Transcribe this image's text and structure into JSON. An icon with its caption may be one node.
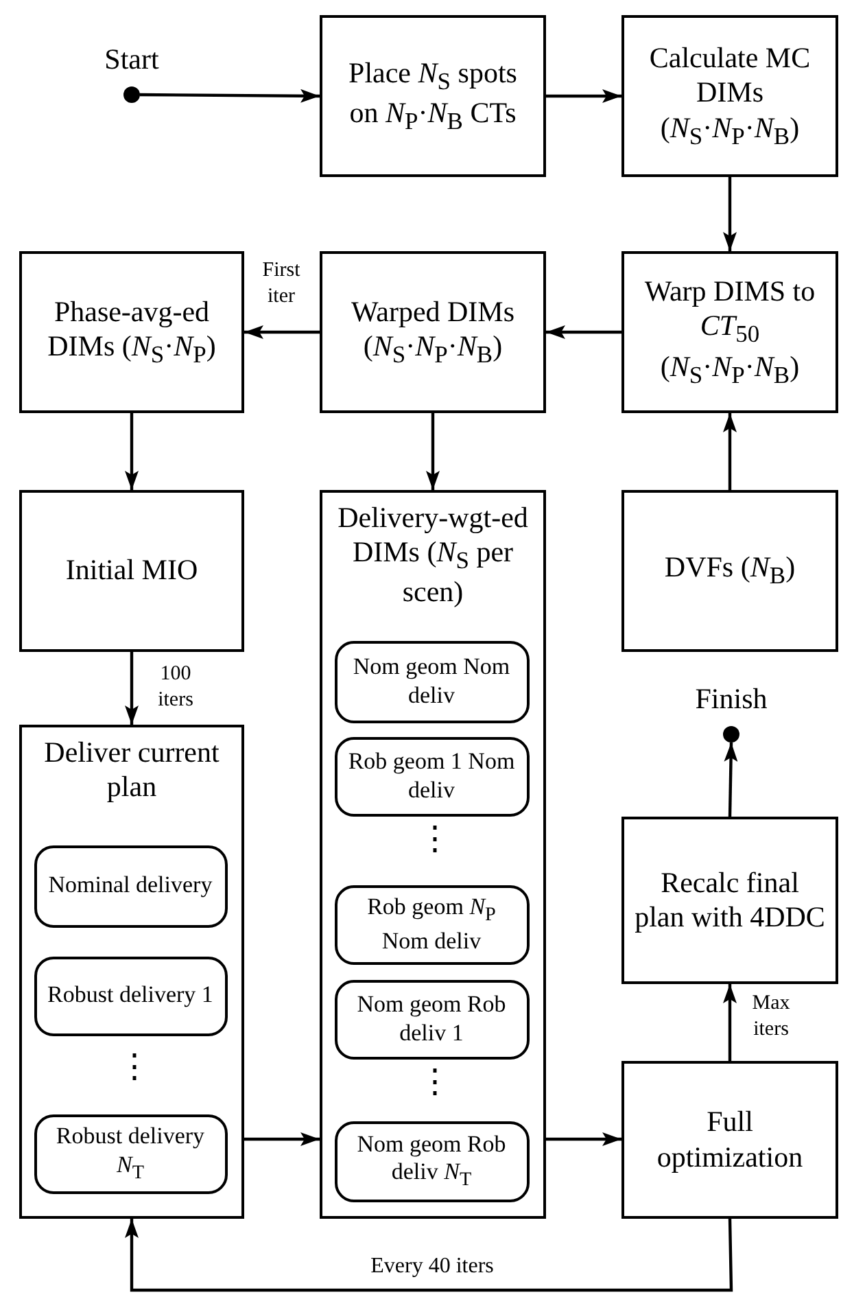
{
  "diagram": {
    "nodes": [
      {
        "text": [],
        "shape": "circle",
        "beside": [
          "Start"
        ]
      },
      {
        "text": [
          "Place *N*$_{S}$ spots on *N*$_{P}$·*N*$_{B}$ CTs"
        ]
      },
      {
        "text": [
          "Calculate MC DIMs (*N*$_{S}$·*N*$_{P}$·*N*$_{B}$)"
        ]
      },
      {
        "text": [
          "Phase-avg-ed DIMs (*N*$_{S}$·*N*$_{P}$)"
        ]
      },
      {
        "text": [
          "Warped DIMs (*N*$_{S}$·*N*$_{P}$·*N*$_{B}$)"
        ]
      },
      {
        "text": [
          "Warp DIMS to *CT*$_{50}$ (*N*$_{S}$·*N*$_{P}$·*N*$_{B}$)"
        ]
      },
      {
        "text": [
          "Initial MIO"
        ]
      },
      {
        "text": [
          "Delivery-wgt-ed DIMs (*N*$_{S}$ per scen)"
        ]
      },
      {
        "text": [
          "Nom geom Nom deliv"
        ],
        "in": 7
      },
      {
        "text": [
          "Rob geom 1 Nom deliv"
        ],
        "in": 7
      },
      {
        "text": [
          "Rob geom *N*$_{P}$ Nom deliv"
        ],
        "in": 7
      },
      {
        "text": [
          "Nom geom Rob deliv 1"
        ],
        "in": 7
      },
      {
        "text": [
          "Nom geom Rob deliv *N*$_{T}$"
        ],
        "in": 7
      },
      {
        "text": [
          "DVFs (*N*$_{B}$)"
        ]
      },
      {
        "text": [],
        "shape": "circle",
        "beside": [
          "Finish"
        ]
      },
      {
        "text": [
          "Deliver current plan"
        ]
      },
      {
        "text": [
          "Nominal delivery"
        ],
        "in": 15
      },
      {
        "text": [
          "Robust delivery 1"
        ],
        "in": 15
      },
      {
        "text": [
          "Robust delivery *N*$_{T}$"
        ],
        "in": 15
      },
      {
        "text": [
          "Recalc final plan with 4DDC"
        ]
      },
      {
        "text": [
          "Full optimization"
        ]
      }
    ],
    "edges": [
      {
        "from": 0,
        "to": 1,
        "arrow": "to"
      },
      {
        "from": 1,
        "to": 2,
        "arrow": "to"
      },
      {
        "from": 2,
        "to": 5,
        "arrow": "to"
      },
      {
        "from": 5,
        "to": 4,
        "arrow": "to"
      },
      {
        "from": 4,
        "to": 3,
        "arrow": "to",
        "label": "First iter"
      },
      {
        "from": 3,
        "to": 6,
        "arrow": "to"
      },
      {
        "from": 4,
        "to": 7,
        "arrow": "to"
      },
      {
        "from": 13,
        "to": 5,
        "arrow": "to"
      },
      {
        "from": 6,
        "to": 15,
        "arrow": "to",
        "label": "100 iters"
      },
      {
        "from": 15,
        "to": 7,
        "arrow": "to"
      },
      {
        "from": 7,
        "to": 20,
        "arrow": "to"
      },
      {
        "from": 20,
        "to": 19,
        "arrow": "to",
        "label": "Max iters"
      },
      {
        "from": 19,
        "to": 14,
        "arrow": "to"
      },
      {
        "from": 20,
        "to": 15,
        "arrow": "to",
        "label": "Every 40 iters"
      }
    ],
    "labels": [
      "⋮",
      "⋮",
      "⋮"
    ]
  }
}
